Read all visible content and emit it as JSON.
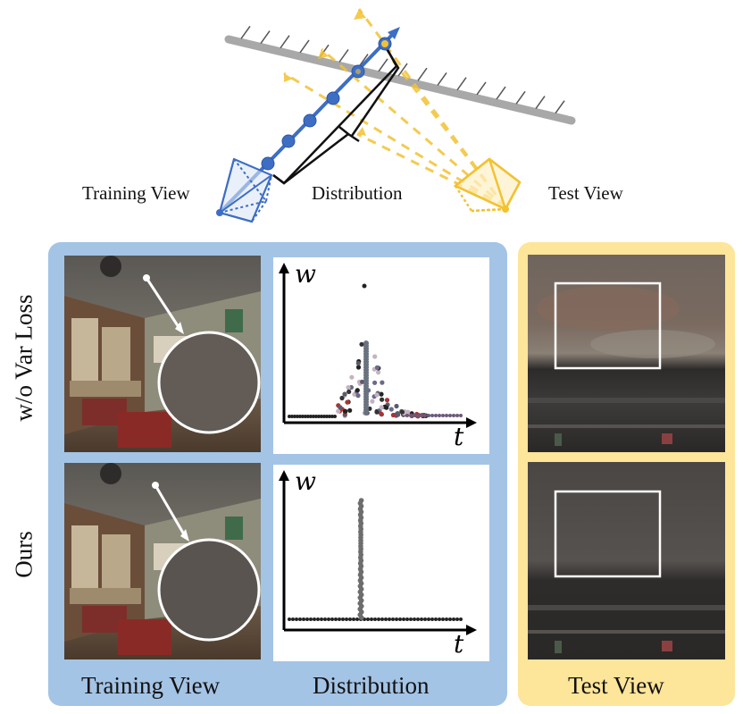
{
  "top_labels": {
    "training_view": "Training View",
    "distribution": "Distribution",
    "test_view": "Test View"
  },
  "row_labels": {
    "without_var_loss": "w/o Var Loss",
    "ours": "Ours"
  },
  "bottom_labels": {
    "training_view": "Training View",
    "distribution": "Distribution",
    "test_view": "Test View"
  },
  "plot_axes": {
    "y": "w",
    "x": "t"
  },
  "colors": {
    "ray_blue": "#3d6ec4",
    "test_yellow": "#f2c233",
    "panel_blue": "#a4c4e6",
    "panel_yellow": "#fde59a",
    "surface_gray": "#a8a8a8"
  }
}
